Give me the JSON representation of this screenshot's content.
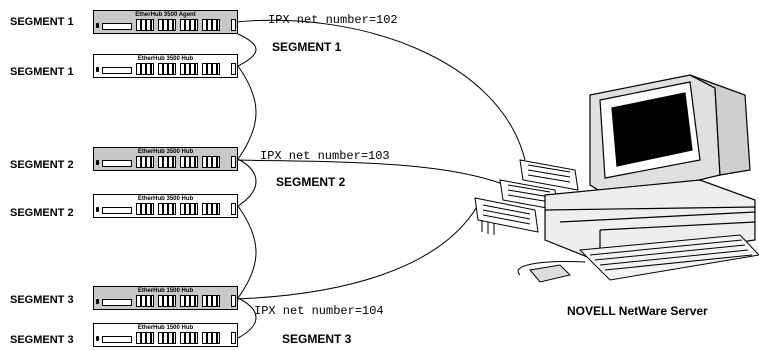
{
  "hubs": [
    {
      "segment": "SEGMENT 1",
      "name": "EtherHub 3500 Agent"
    },
    {
      "segment": "SEGMENT 1",
      "name": "EtherHub 3500 Hub"
    },
    {
      "segment": "SEGMENT 2",
      "name": "EtherHub 3500 Hub"
    },
    {
      "segment": "SEGMENT 2",
      "name": "EtherHub 3500 Hub"
    },
    {
      "segment": "SEGMENT 3",
      "name": "EtherHub 1500 Hub"
    },
    {
      "segment": "SEGMENT 3",
      "name": "EtherHub 1500 Hub"
    }
  ],
  "networks": [
    {
      "ipx": "IPX net number=102",
      "caption": "SEGMENT 1"
    },
    {
      "ipx": "IPX net number=103",
      "caption": "SEGMENT 2"
    },
    {
      "ipx": "IPX net number=104",
      "caption": "SEGMENT 3"
    }
  ],
  "server": {
    "caption": "NOVELL NetWare Server"
  }
}
